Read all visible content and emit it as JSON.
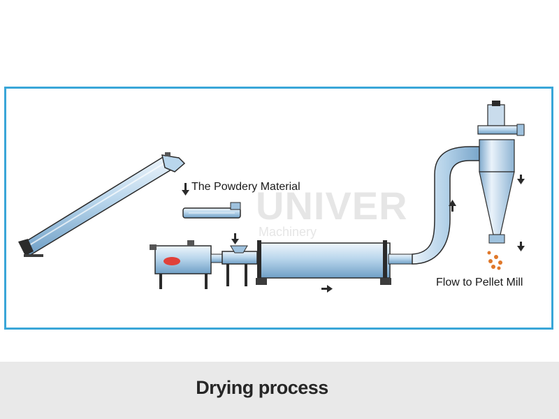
{
  "diagram": {
    "labels": {
      "powdery_material": "The Powdery Material",
      "flow_to_pellet_mill": "Flow to Pellet Mill"
    },
    "watermark": {
      "brand": "UNIVER",
      "sub": "Machinery"
    }
  },
  "caption": "Drying process",
  "colors": {
    "frame": "#3aa6d8",
    "machine_fill": "#a9cbe3",
    "machine_outline": "#2b2b2b",
    "caption_background": "#e9e9e9",
    "flame": "#e0413a",
    "pellets": "#e0782a"
  }
}
